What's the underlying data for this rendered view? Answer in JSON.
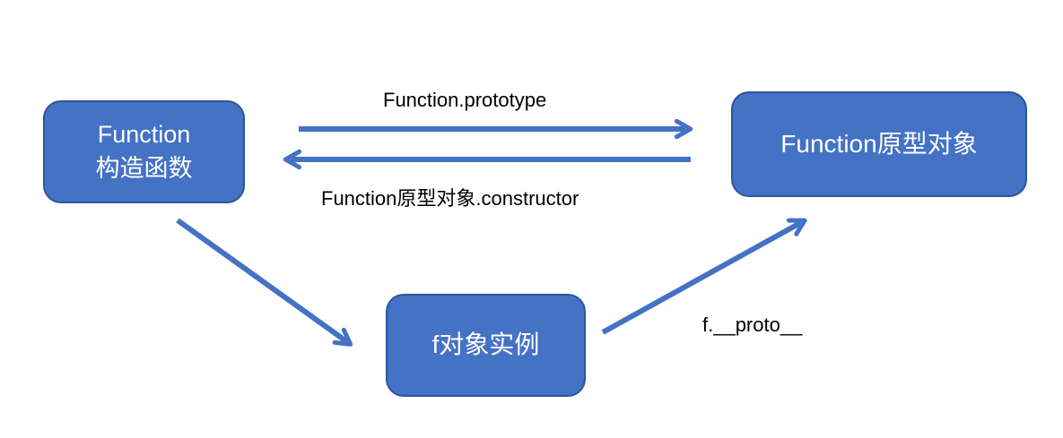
{
  "diagram": {
    "nodes": {
      "function_constructor": {
        "line1": "Function",
        "line2": "构造函数"
      },
      "function_prototype": {
        "label": "Function原型对象"
      },
      "f_instance": {
        "label": "f对象实例"
      }
    },
    "edges": [
      {
        "id": "prototype",
        "from": "function_constructor",
        "to": "function_prototype",
        "label": "Function.prototype"
      },
      {
        "id": "constructor",
        "from": "function_prototype",
        "to": "function_constructor",
        "label": "Function原型对象.constructor"
      },
      {
        "id": "new_instance",
        "from": "function_constructor",
        "to": "f_instance"
      },
      {
        "id": "proto",
        "from": "f_instance",
        "to": "function_prototype",
        "label": "f.__proto__"
      }
    ],
    "colors": {
      "node_fill": "#4472C4",
      "node_border": "#2F5597",
      "node_text": "#FFFFFF",
      "arrow": "#4472C4",
      "label_text": "#000000"
    }
  }
}
